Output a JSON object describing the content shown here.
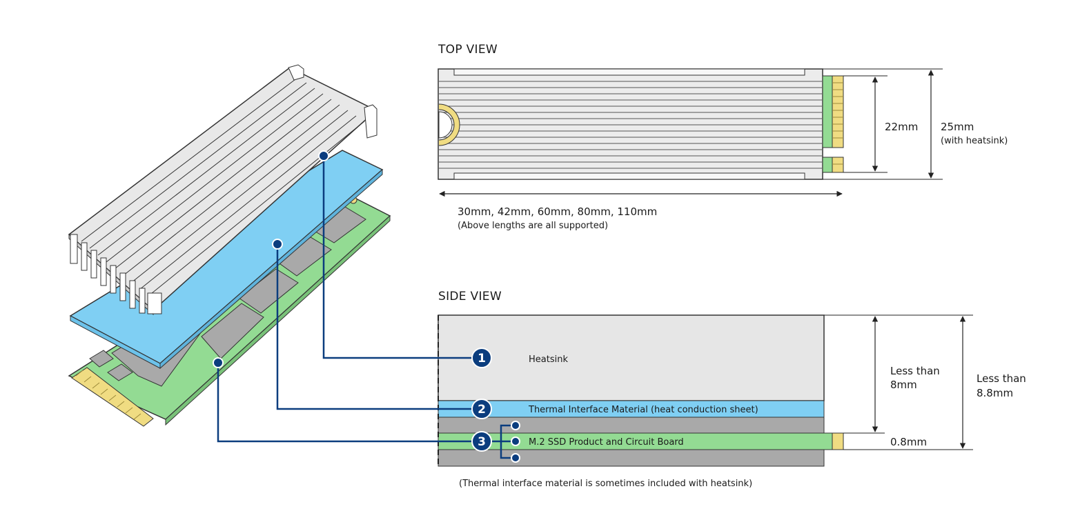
{
  "top_view": {
    "title": "TOP VIEW",
    "width_inner": "22mm",
    "width_outer": "25mm",
    "width_outer_note": "(with heatsink)",
    "lengths": "30mm, 42mm, 60mm, 80mm, 110mm",
    "lengths_note": "(Above lengths are all supported)"
  },
  "side_view": {
    "title": "SIDE VIEW",
    "height_inner_line1": "Less than",
    "height_inner_line2": "8mm",
    "height_outer_line1": "Less than",
    "height_outer_line2": "8.8mm",
    "board_thickness": "0.8mm",
    "footnote": "(Thermal interface material is sometimes included with heatsink)"
  },
  "layers": [
    {
      "number": "1",
      "label": "Heatsink"
    },
    {
      "number": "2",
      "label": "Thermal Interface Material (heat conduction sheet)"
    },
    {
      "number": "3",
      "label": "M.2 SSD Product and Circuit Board"
    }
  ],
  "colors": {
    "heatsink": "#e6e6e6",
    "tim": "#7fcff3",
    "pcb": "#90dc90",
    "chip": "#a9a9a9",
    "connector": "#f0dc82",
    "callout": "#0b3d7e",
    "outline": "#333333"
  }
}
